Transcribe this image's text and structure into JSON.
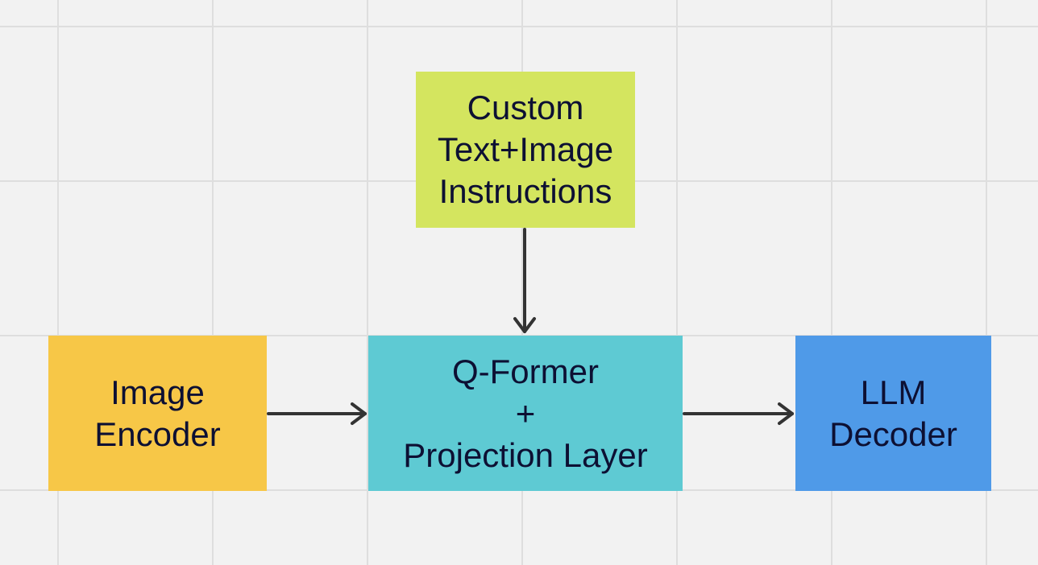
{
  "colors": {
    "background": "#f2f2f2",
    "grid_line": "#dedede",
    "text": "#0d1033",
    "arrow": "#333333"
  },
  "nodes": {
    "instructions": {
      "lines": [
        "Custom",
        "Text+Image",
        "Instructions"
      ],
      "color": "#d4e55f"
    },
    "image_encoder": {
      "lines": [
        "Image",
        "Encoder"
      ],
      "color": "#f7c747"
    },
    "qformer": {
      "lines": [
        "Q-Former",
        "+",
        "Projection Layer"
      ],
      "color": "#5ecad3"
    },
    "llm_decoder": {
      "lines": [
        "LLM",
        "Decoder"
      ],
      "color": "#4f9ae8"
    }
  },
  "edges": [
    {
      "from": "instructions",
      "to": "qformer"
    },
    {
      "from": "image_encoder",
      "to": "qformer"
    },
    {
      "from": "qformer",
      "to": "llm_decoder"
    }
  ]
}
